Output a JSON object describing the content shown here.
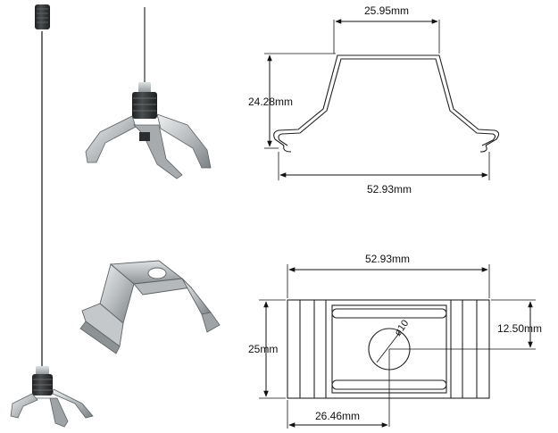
{
  "profile_view": {
    "top_width_label": "25.95mm",
    "height_label": "24.28mm",
    "overall_width_label": "52.93mm"
  },
  "plan_view": {
    "overall_width_label": "52.93mm",
    "height_label": "25mm",
    "half_height_label": "12.50mm",
    "offset_label": "26.46mm",
    "hole_label": "ø10"
  },
  "colors": {
    "line": "#111111",
    "metal_light": "#d9dcde",
    "metal_mid": "#a7abad",
    "metal_dark": "#5d6265",
    "rubber": "#2a2c2d"
  },
  "icons": [
    "suspension-cable-icon",
    "ceiling-anchor-icon",
    "cable-gripper-clip-icon",
    "clip-bracket-icon"
  ]
}
